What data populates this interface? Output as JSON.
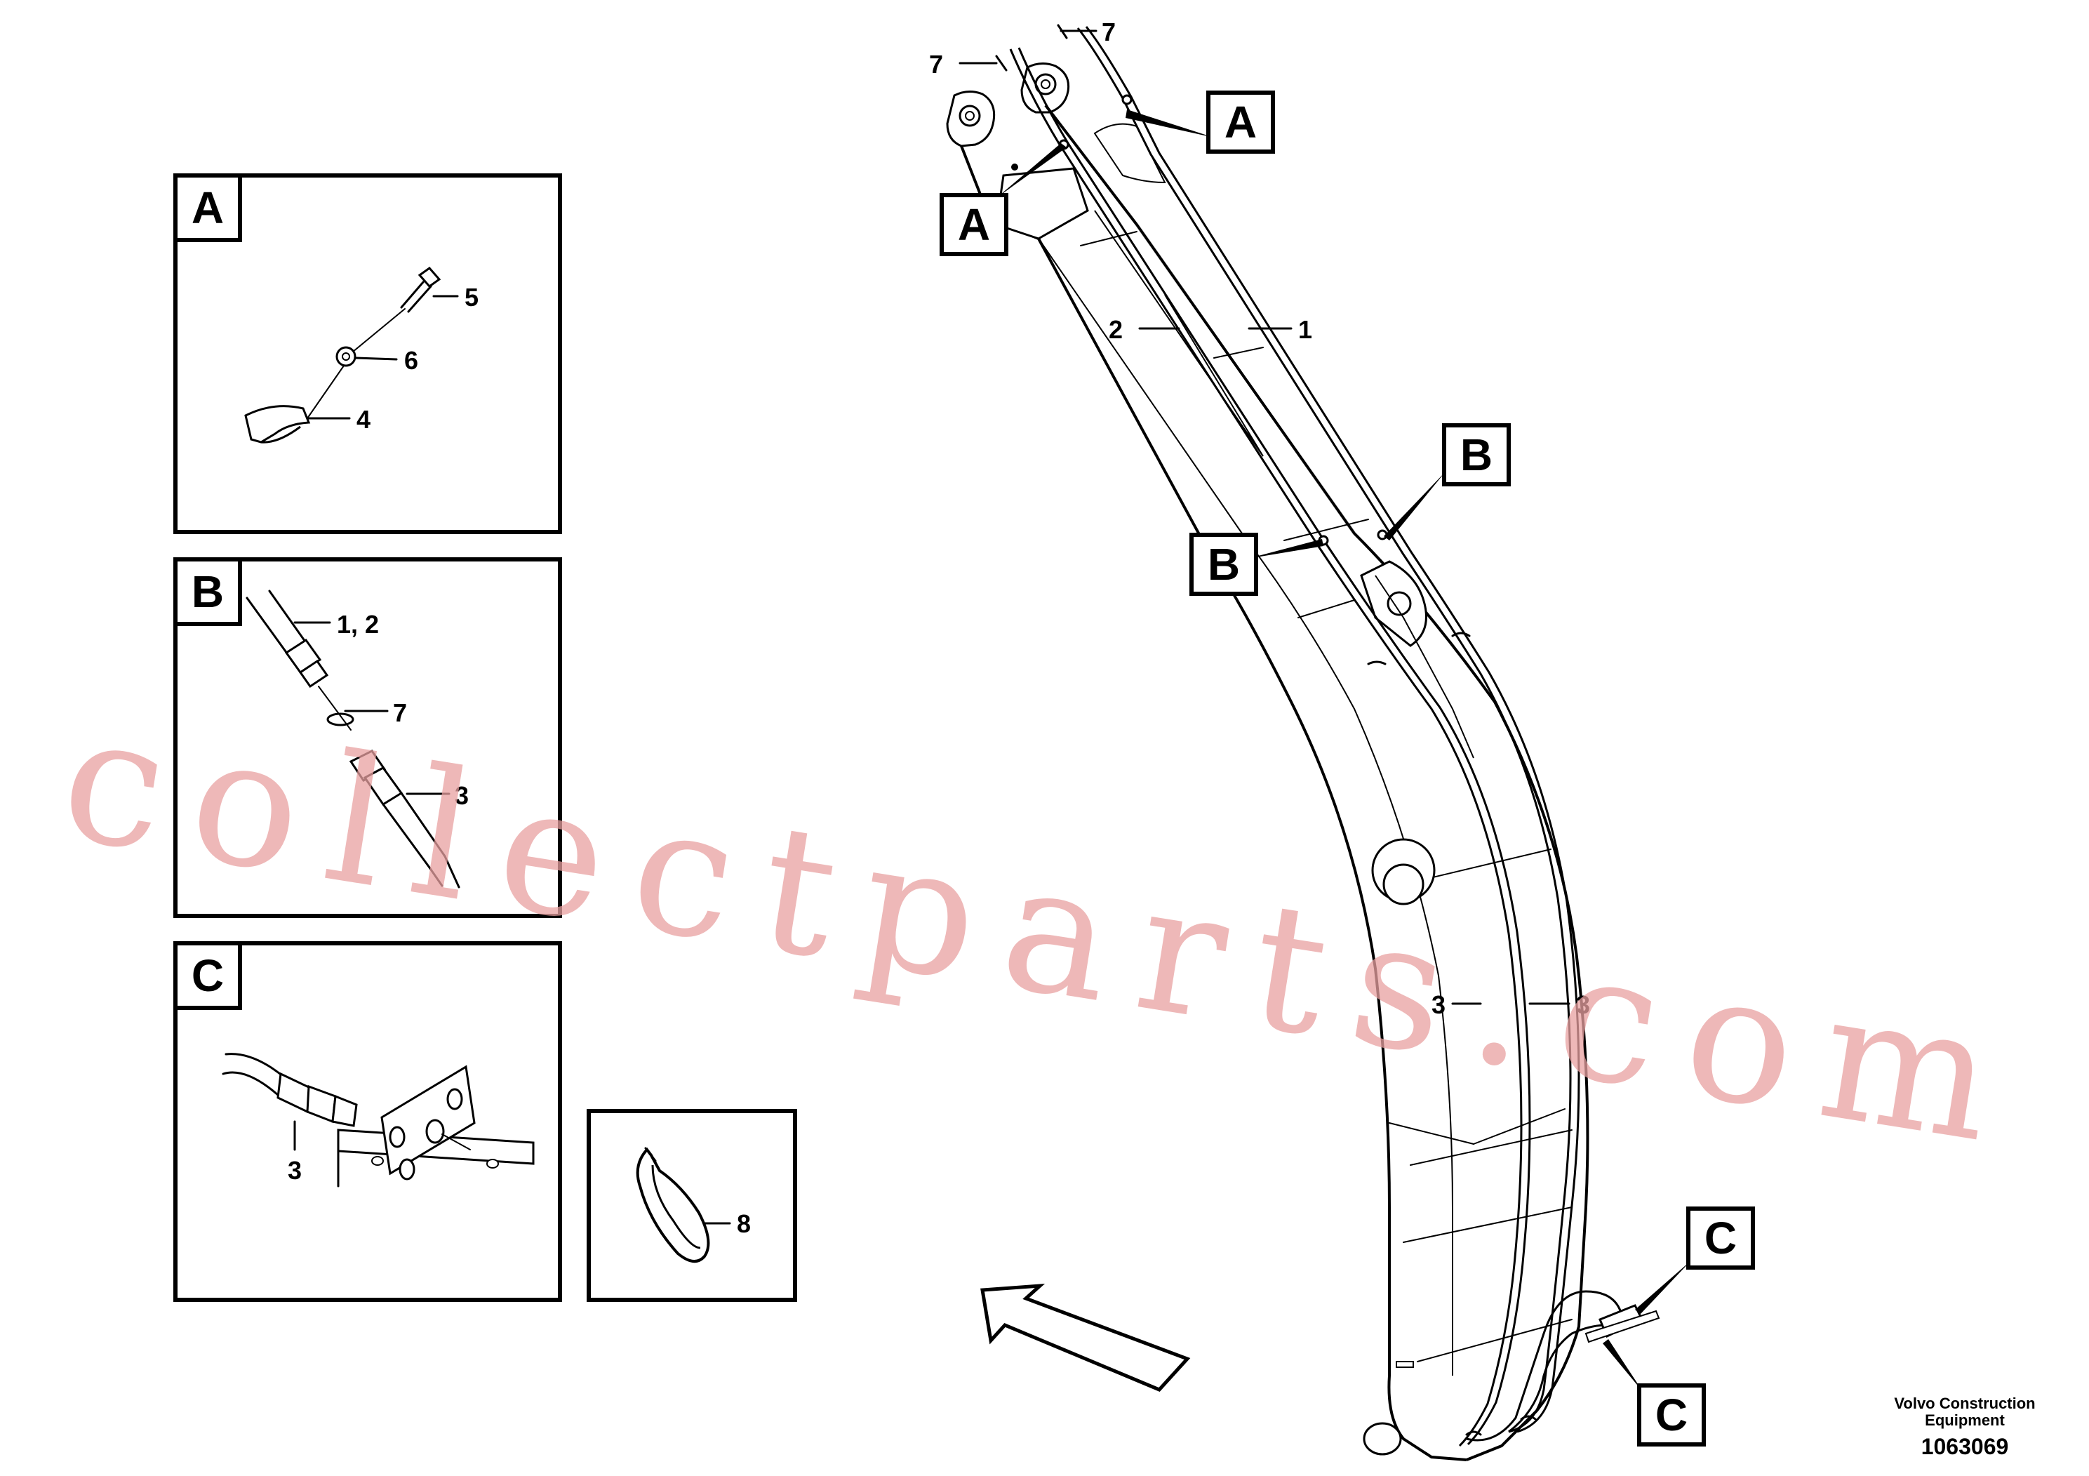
{
  "detail_panels": {
    "A": {
      "letter": "A",
      "callouts": {
        "bolt": "5",
        "washer": "6",
        "clamp": "4"
      }
    },
    "B": {
      "letter": "B",
      "callouts": {
        "hose": "1,  2",
        "clip": "7",
        "hose_end": "3"
      }
    },
    "C": {
      "letter": "C",
      "callouts": {
        "hose": "3"
      }
    },
    "tie": {
      "callouts": {
        "cable_tie": "8"
      }
    }
  },
  "main_view": {
    "tags": {
      "a1": "A",
      "a2": "A",
      "b1": "B",
      "b2": "B",
      "c1": "C",
      "c2": "C"
    },
    "callouts": {
      "clip_left": "7",
      "clip_right": "7",
      "hose_1": "1",
      "hose_2": "2",
      "hose_3_left": "3",
      "hose_3_right": "3"
    }
  },
  "footer": {
    "company_line1": "Volvo Construction",
    "company_line2": "Equipment",
    "drawing_number": "1063069"
  },
  "watermark": "collectparts.com"
}
